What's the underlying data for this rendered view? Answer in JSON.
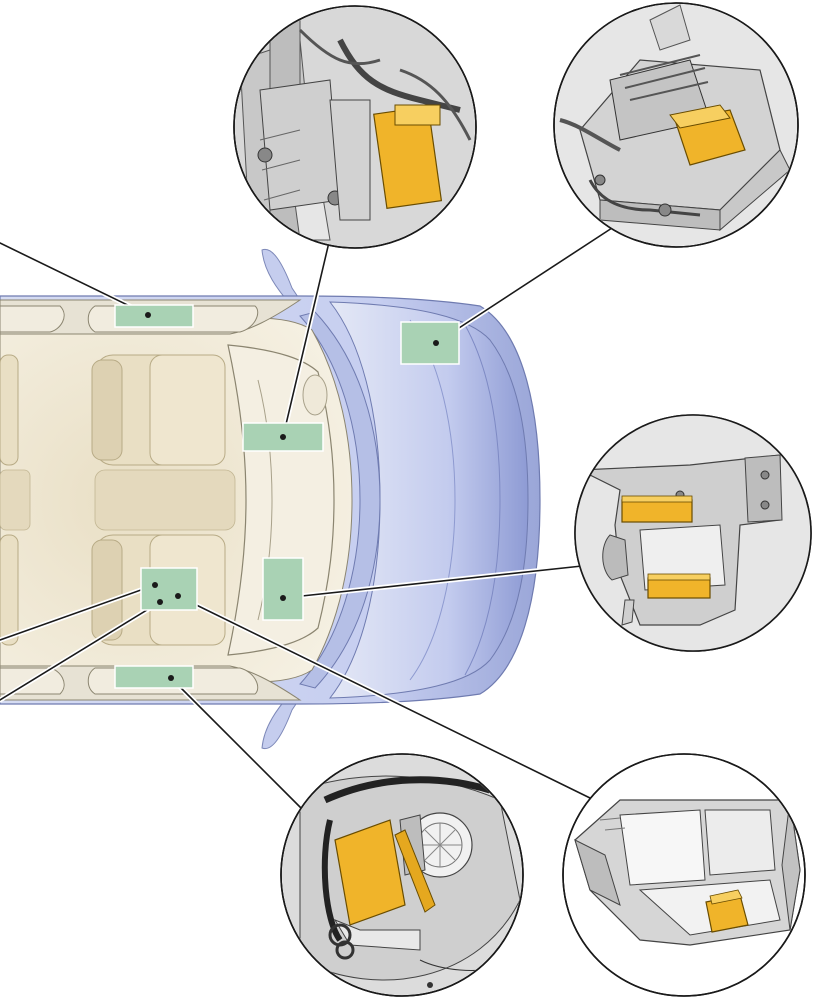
{
  "diagram": {
    "kind": "vehicle-module-locations",
    "colors": {
      "body": "#ccd3ee",
      "body_dark": "#a9b4de",
      "interior": "#efe8d6",
      "seat": "#e6dcc2",
      "marker": "#a9d2b4",
      "module": "#f0b42a",
      "line": "#1a1a1a",
      "callout_bg": "#dcdcdc"
    },
    "markers": [
      {
        "id": "marker-left-sill"
      },
      {
        "id": "marker-dash-center"
      },
      {
        "id": "marker-engine-bay"
      },
      {
        "id": "marker-front-passenger-area"
      },
      {
        "id": "marker-under-seat"
      },
      {
        "id": "marker-right-sill"
      }
    ],
    "callouts": [
      {
        "id": "callout-dash-module",
        "content": "control-module-behind-dashboard"
      },
      {
        "id": "callout-engine-bay",
        "content": "control-module-in-engine-compartment"
      },
      {
        "id": "callout-bracket-modules",
        "content": "two-control-modules-on-bracket"
      },
      {
        "id": "callout-door-module",
        "content": "control-module-on-window-motor"
      },
      {
        "id": "callout-seat-frame-module",
        "content": "control-module-under-seat-frame"
      }
    ]
  }
}
